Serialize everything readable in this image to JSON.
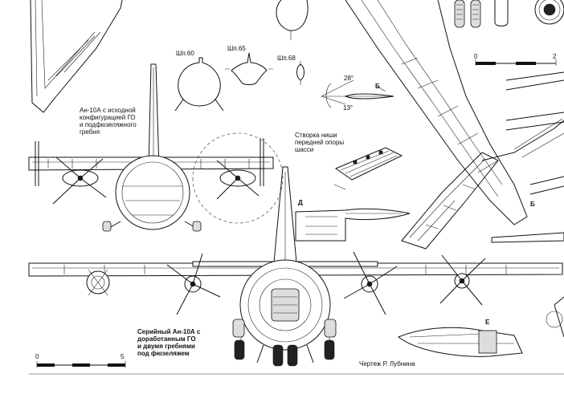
{
  "sections": {
    "sp60": "Шп.60",
    "sp65": "Шп.65",
    "sp68": "Шп.68"
  },
  "view_labels": {
    "b_top": "Б",
    "b_right": "Б",
    "d": "Д",
    "e": "Е"
  },
  "angles": {
    "upper": "28°",
    "lower": "13°"
  },
  "captions": {
    "an10a_original": "Ан-10А с исходной\nконфигурацией ГО\nи подфюзеляжного\nгребня",
    "door": "Створка ниши\nпередней опоры\nшасси",
    "serial": "Серийный Ан-10А с\nдоработанным ГО\nи двумя гребнями\nпод фюзеляжем",
    "author": "Чертеж Р. Лубнина"
  },
  "scale_top": {
    "start": "0",
    "end": "2"
  },
  "scale_bottom": {
    "start": "0",
    "end": "5"
  }
}
